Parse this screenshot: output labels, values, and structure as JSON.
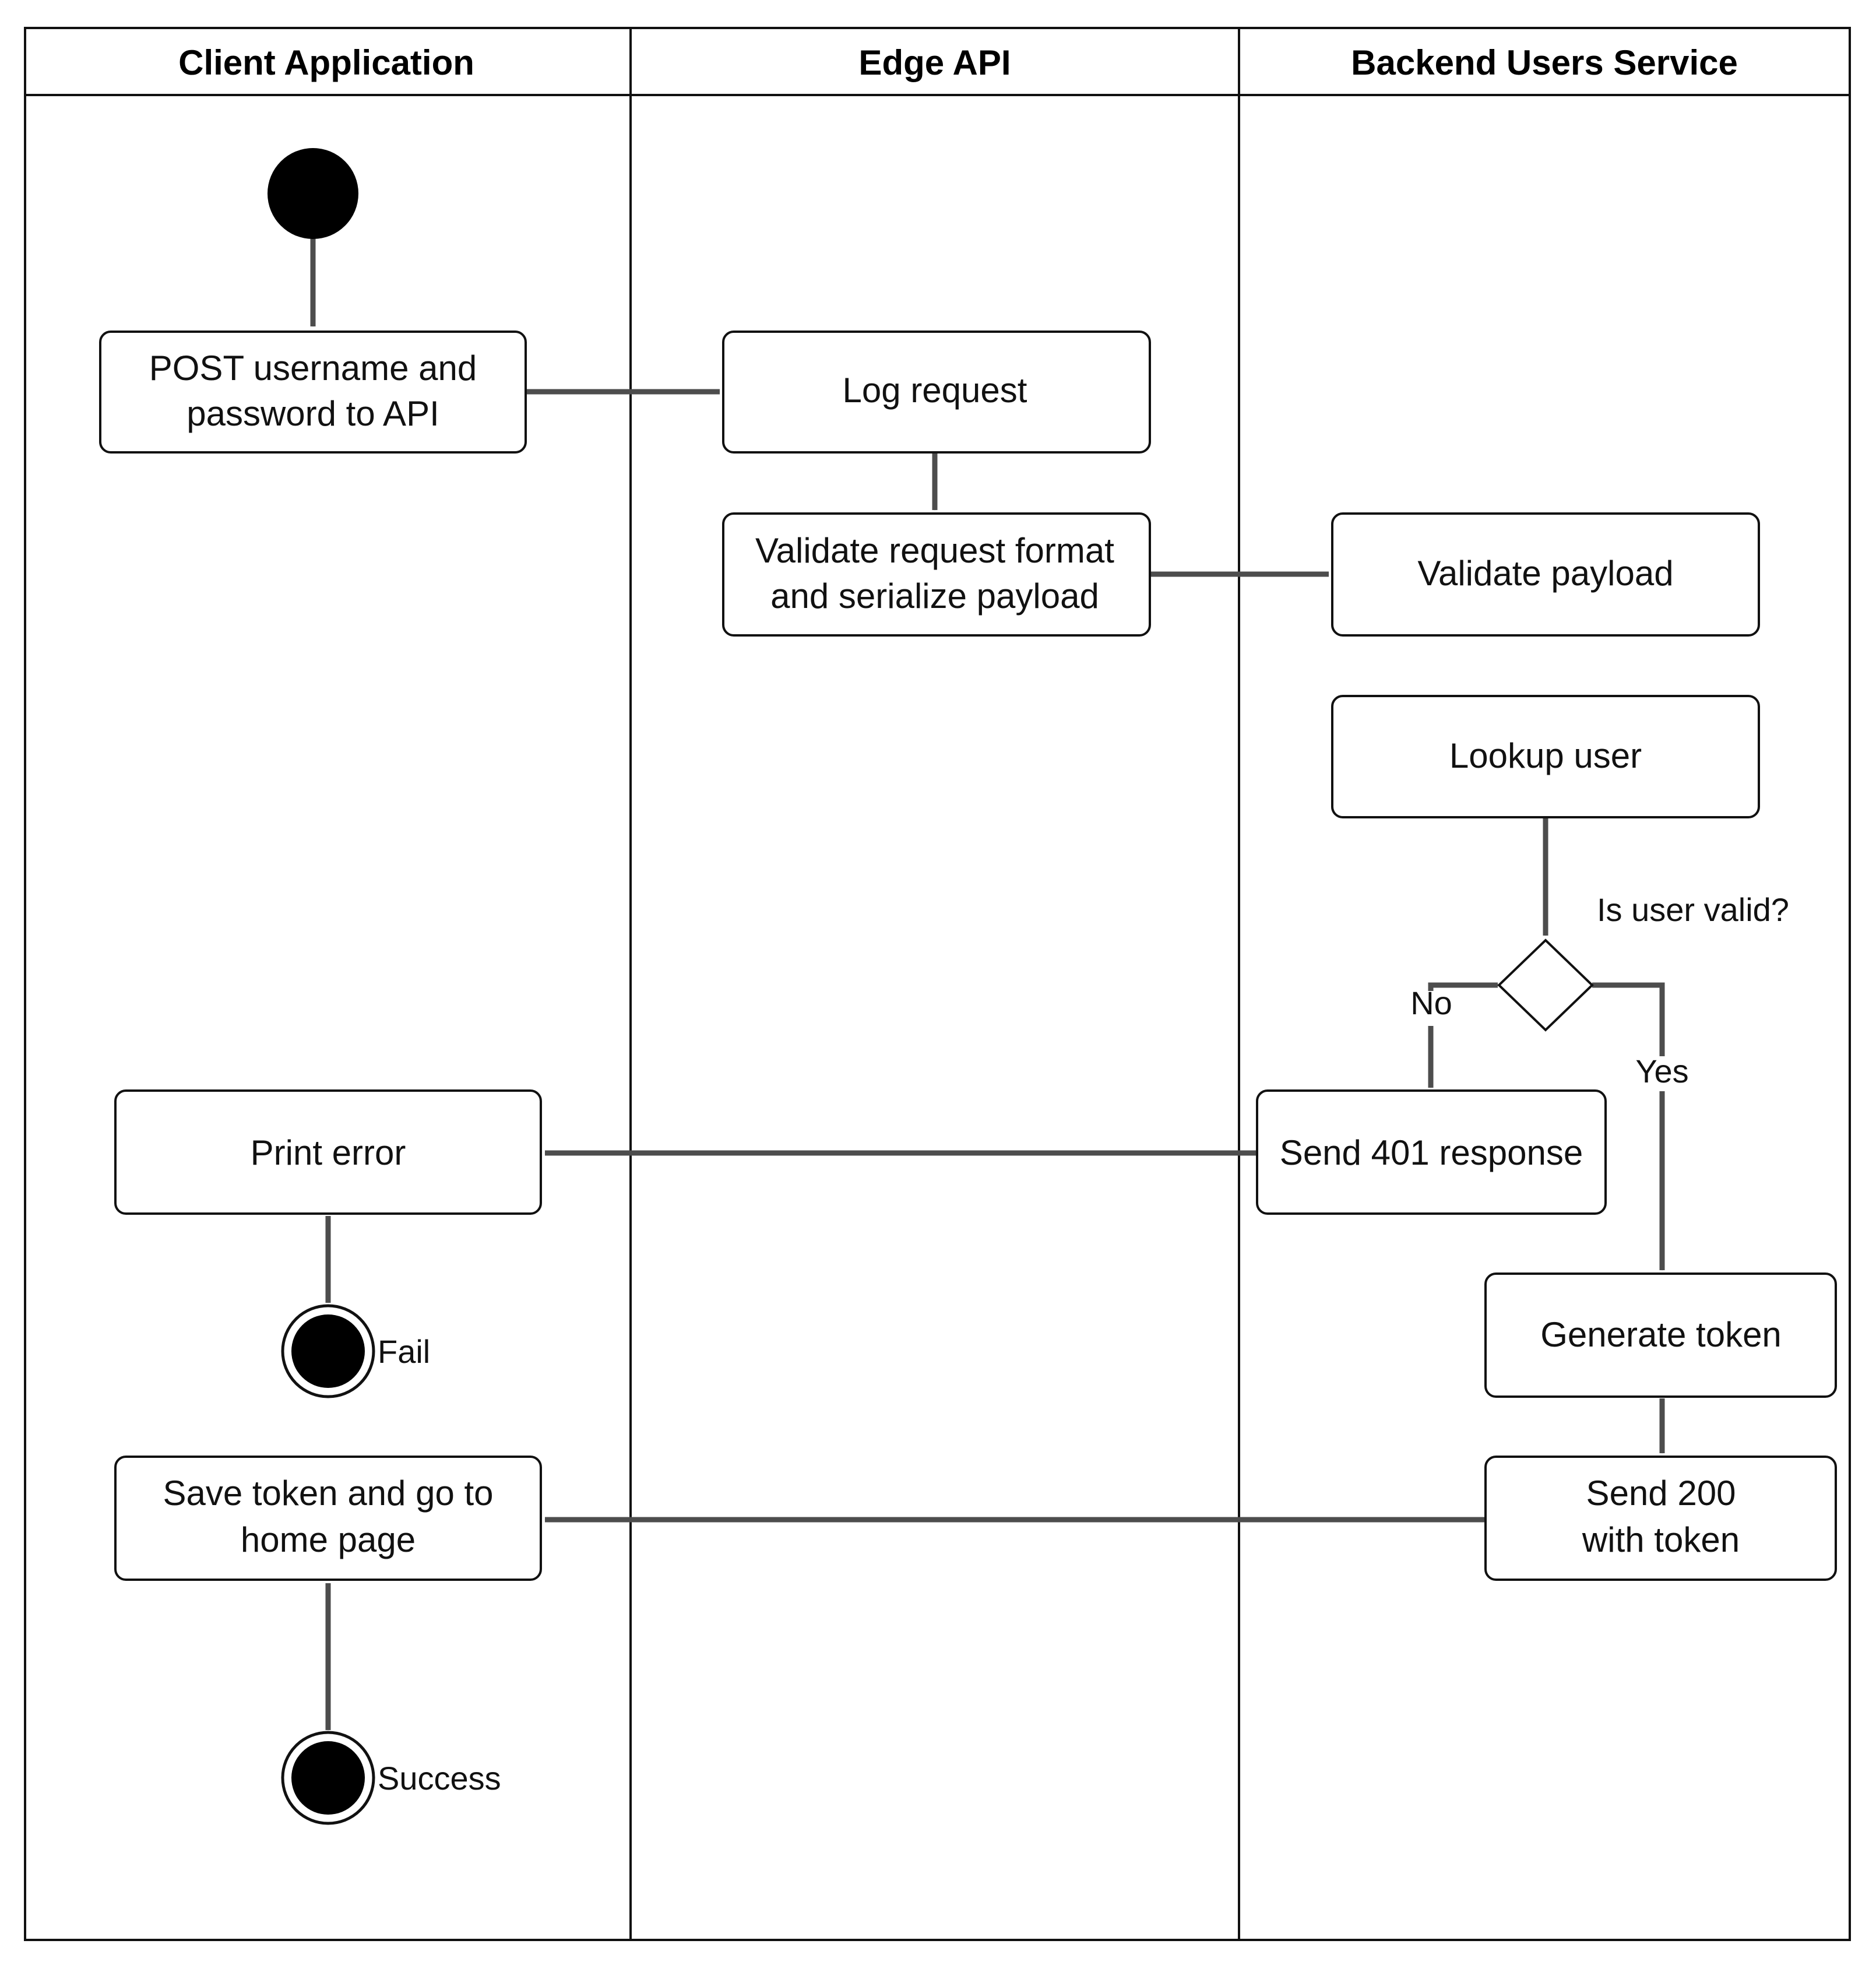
{
  "lanes": [
    {
      "id": "client",
      "title": "Client Application"
    },
    {
      "id": "edge",
      "title": "Edge API"
    },
    {
      "id": "backend",
      "title": "Backend Users Service"
    }
  ],
  "nodes": {
    "post_credentials": {
      "lines": [
        "POST username and",
        "password to API"
      ]
    },
    "log_request": {
      "lines": [
        "Log request"
      ]
    },
    "validate_request": {
      "lines": [
        "Validate request format",
        "and serialize payload"
      ]
    },
    "validate_payload": {
      "lines": [
        "Validate payload"
      ]
    },
    "lookup_user": {
      "lines": [
        "Lookup user"
      ]
    },
    "send_401": {
      "lines": [
        "Send 401 response"
      ]
    },
    "print_error": {
      "lines": [
        "Print error"
      ]
    },
    "generate_token": {
      "lines": [
        "Generate token"
      ]
    },
    "send_200": {
      "lines": [
        "Send 200",
        "with token"
      ]
    },
    "save_token": {
      "lines": [
        "Save token and go to",
        "home page"
      ]
    }
  },
  "decision": {
    "question": "Is user valid?"
  },
  "branches": {
    "no": "No",
    "yes": "Yes"
  },
  "end_states": {
    "fail": "Fail",
    "success": "Success"
  }
}
